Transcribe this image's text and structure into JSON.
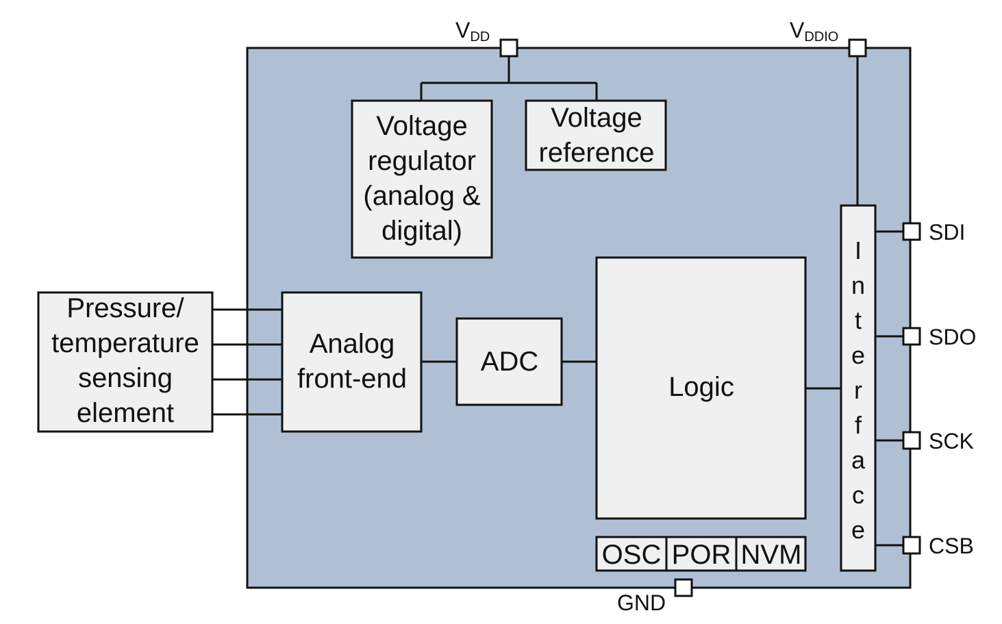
{
  "colors": {
    "chip_fill": "#b0c0d4",
    "block_fill": "#f0f0f0",
    "line": "#111111",
    "pin_fill": "#ffffff"
  },
  "blocks": {
    "voltage_regulator": [
      "Voltage",
      "regulator",
      "(analog &",
      "digital)"
    ],
    "voltage_reference": [
      "Voltage",
      "reference"
    ],
    "sensing_element": [
      "Pressure/",
      "temperature",
      "sensing",
      "element"
    ],
    "analog_front_end": [
      "Analog",
      "front-end"
    ],
    "adc": "ADC",
    "logic": "Logic",
    "osc": "OSC",
    "por": "POR",
    "nvm": "NVM",
    "interface": [
      "I",
      "n",
      "t",
      "e",
      "r",
      "f",
      "a",
      "c",
      "e"
    ]
  },
  "pins": {
    "vdd": {
      "main": "V",
      "sub": "DD"
    },
    "vddio": {
      "main": "V",
      "sub": "DDIO"
    },
    "gnd": "GND",
    "sdi": "SDI",
    "sdo": "SDO",
    "sck": "SCK",
    "csb": "CSB"
  }
}
